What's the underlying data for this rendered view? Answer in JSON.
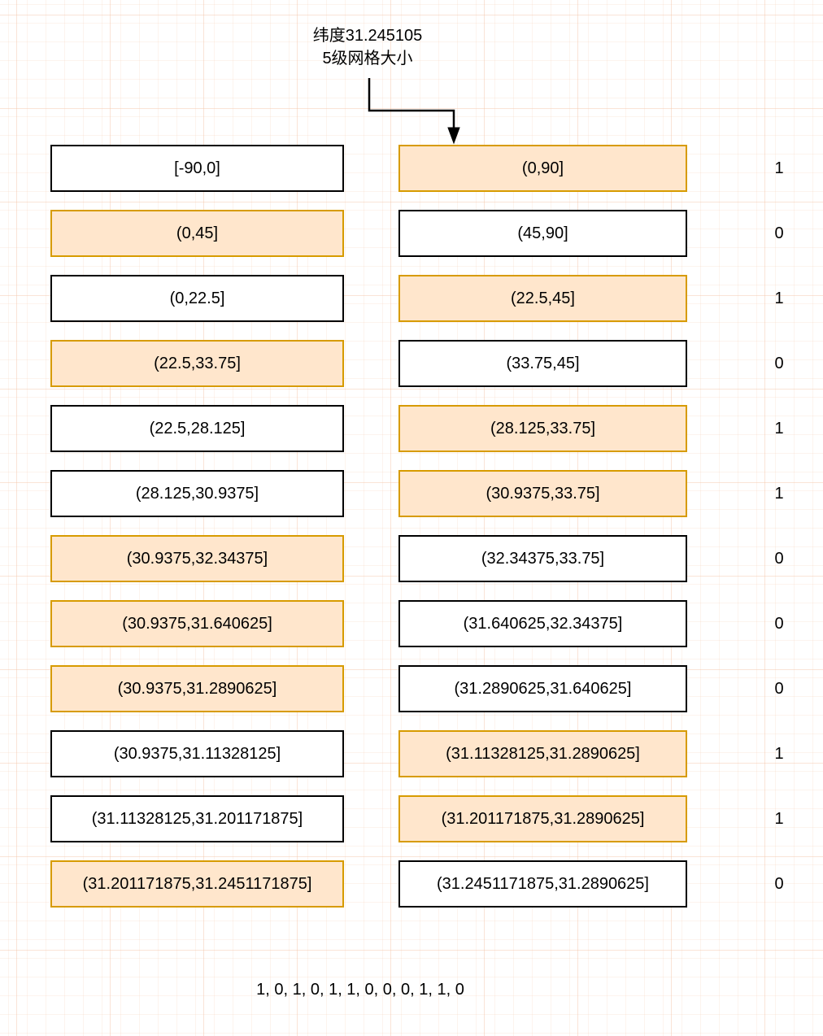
{
  "title": {
    "line1": "纬度31.245105",
    "line2": "5级网格大小"
  },
  "rows": [
    {
      "left": {
        "label": "[-90,0]",
        "highlighted": false
      },
      "right": {
        "label": "(0,90]",
        "highlighted": true
      },
      "bit": "1"
    },
    {
      "left": {
        "label": "(0,45]",
        "highlighted": true
      },
      "right": {
        "label": "(45,90]",
        "highlighted": false
      },
      "bit": "0"
    },
    {
      "left": {
        "label": "(0,22.5]",
        "highlighted": false
      },
      "right": {
        "label": "(22.5,45]",
        "highlighted": true
      },
      "bit": "1"
    },
    {
      "left": {
        "label": "(22.5,33.75]",
        "highlighted": true
      },
      "right": {
        "label": "(33.75,45]",
        "highlighted": false
      },
      "bit": "0"
    },
    {
      "left": {
        "label": "(22.5,28.125]",
        "highlighted": false
      },
      "right": {
        "label": "(28.125,33.75]",
        "highlighted": true
      },
      "bit": "1"
    },
    {
      "left": {
        "label": "(28.125,30.9375]",
        "highlighted": false
      },
      "right": {
        "label": "(30.9375,33.75]",
        "highlighted": true
      },
      "bit": "1"
    },
    {
      "left": {
        "label": "(30.9375,32.34375]",
        "highlighted": true
      },
      "right": {
        "label": "(32.34375,33.75]",
        "highlighted": false
      },
      "bit": "0"
    },
    {
      "left": {
        "label": "(30.9375,31.640625]",
        "highlighted": true
      },
      "right": {
        "label": "(31.640625,32.34375]",
        "highlighted": false
      },
      "bit": "0"
    },
    {
      "left": {
        "label": "(30.9375,31.2890625]",
        "highlighted": true
      },
      "right": {
        "label": "(31.2890625,31.640625]",
        "highlighted": false
      },
      "bit": "0"
    },
    {
      "left": {
        "label": "(30.9375,31.11328125]",
        "highlighted": false
      },
      "right": {
        "label": "(31.11328125,31.2890625]",
        "highlighted": true
      },
      "bit": "1"
    },
    {
      "left": {
        "label": "(31.11328125,31.201171875]",
        "highlighted": false
      },
      "right": {
        "label": "(31.201171875,31.2890625]",
        "highlighted": true
      },
      "bit": "1"
    },
    {
      "left": {
        "label": "(31.201171875,31.2451171875]",
        "highlighted": true
      },
      "right": {
        "label": "(31.2451171875,31.2890625]",
        "highlighted": false
      },
      "bit": "0"
    }
  ],
  "result_sequence": "1, 0, 1, 0, 1, 1, 0, 0, 0, 1, 1, 0",
  "colors": {
    "highlight_fill": "#ffe6cc",
    "highlight_border": "#d79b00",
    "box_border": "#000000",
    "grid_line": "#f6cdb2"
  }
}
